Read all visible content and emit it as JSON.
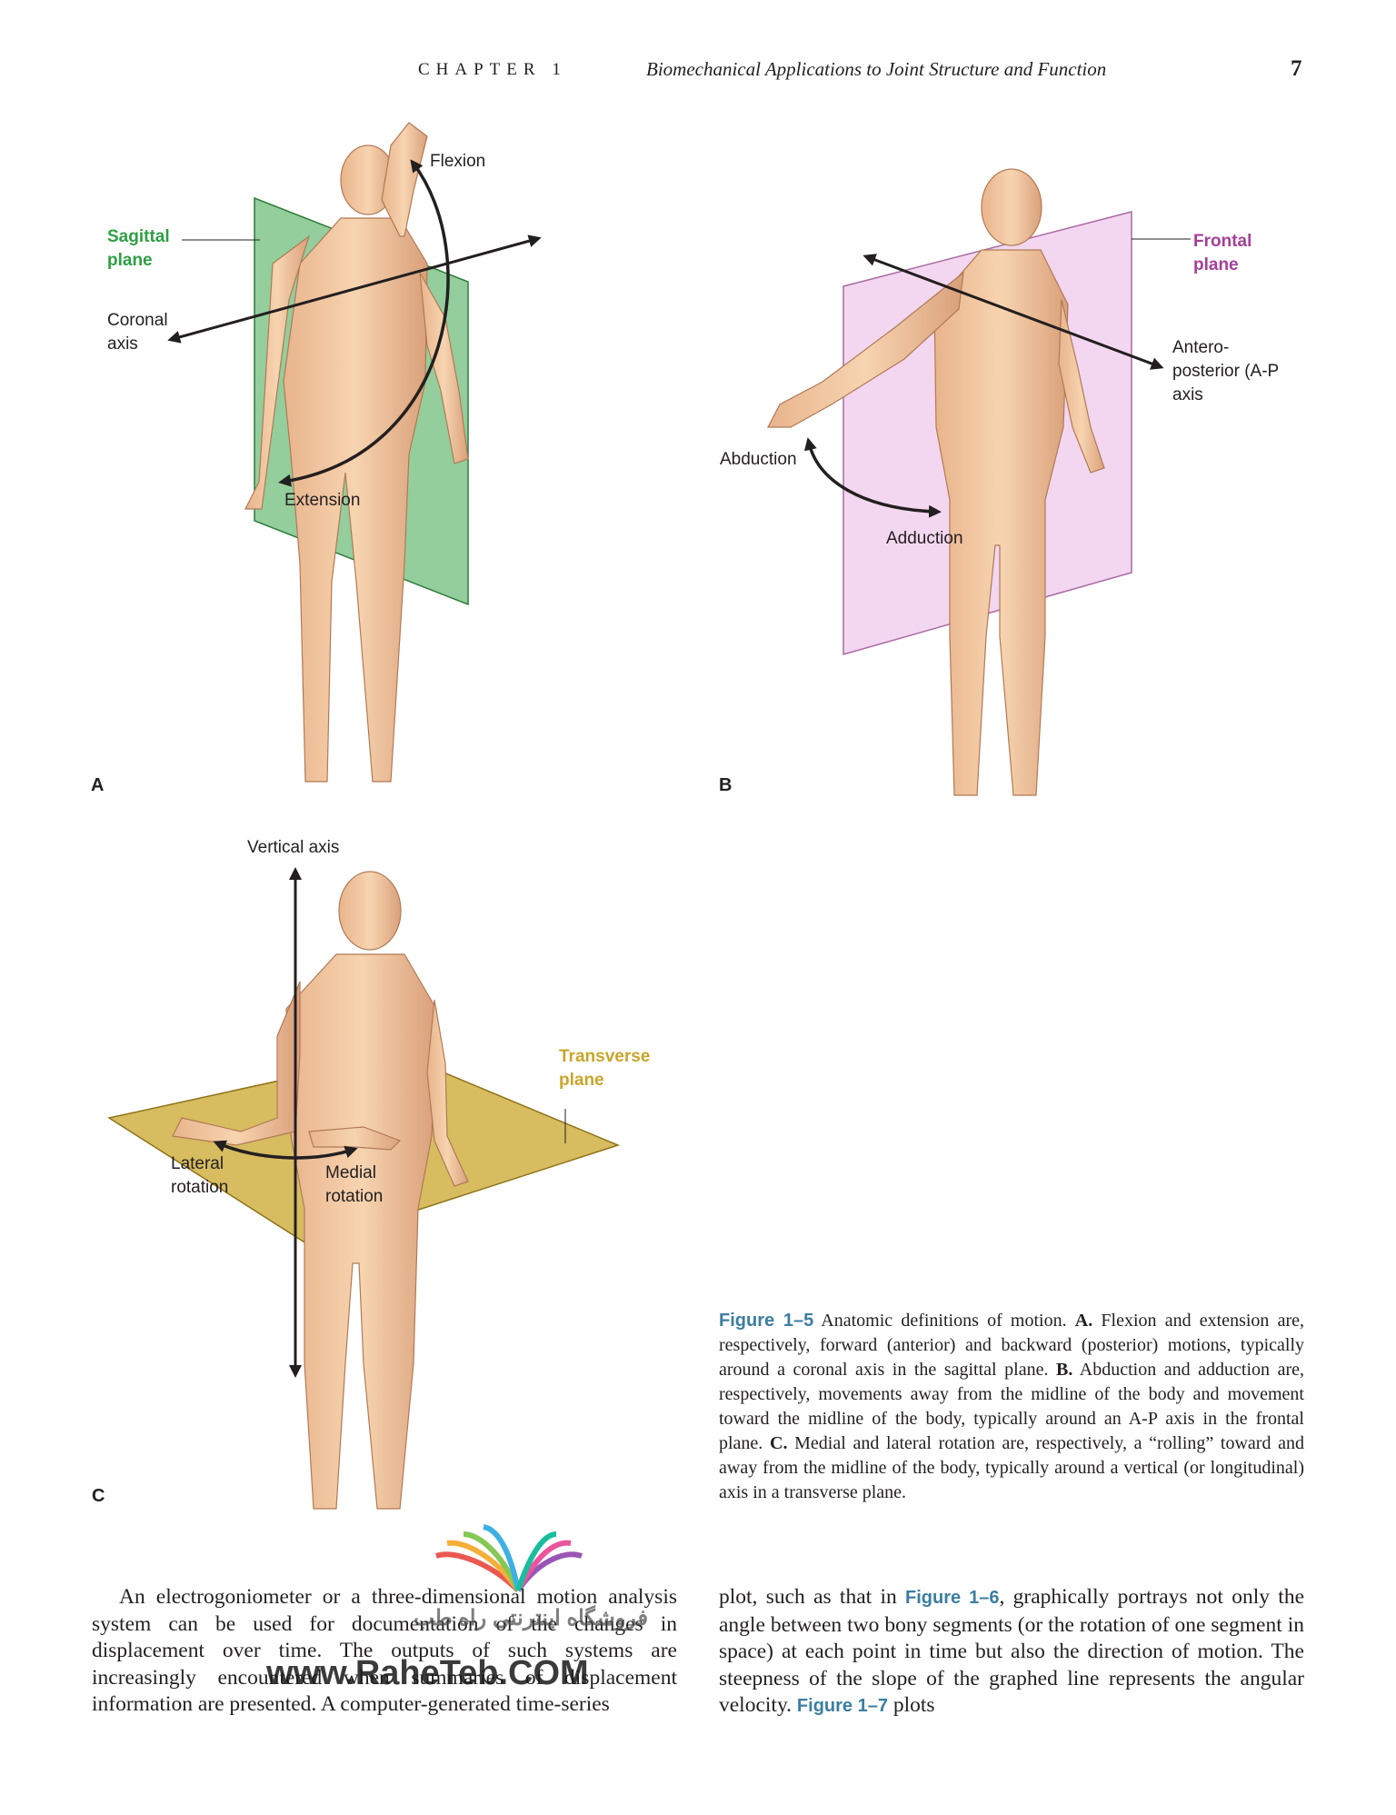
{
  "header": {
    "chapter": "CHAPTER 1",
    "title": "Biomechanical Applications to Joint Structure and Function",
    "page": "7"
  },
  "panels": {
    "a": {
      "letter": "A",
      "plane_line1": "Sagittal",
      "plane_line2": "plane",
      "axis_line1": "Coronal",
      "axis_line2": "axis",
      "motion1": "Flexion",
      "motion2": "Extension",
      "plane_color": "#3aa64a"
    },
    "b": {
      "letter": "B",
      "plane_line1": "Frontal",
      "plane_line2": "plane",
      "axis_line1": "Antero-",
      "axis_line2": "posterior (A-P",
      "axis_line3": "axis",
      "motion1": "Abduction",
      "motion2": "Adduction",
      "plane_color": "#a43f98"
    },
    "c": {
      "letter": "C",
      "axis": "Vertical axis",
      "plane_line1": "Transverse",
      "plane_line2": "plane",
      "motion1_line1": "Lateral",
      "motion1_line2": "rotation",
      "motion2_line1": "Medial",
      "motion2_line2": "rotation",
      "plane_color": "#c9a52b"
    }
  },
  "caption": {
    "label": "Figure 1–5",
    "text_a": "Anatomic definitions of motion.",
    "mark_a": "A.",
    "text_a2": "Flexion and extension are, respectively, forward (anterior) and backward (posterior) motions, typically around a coronal axis in the sagittal plane.",
    "mark_b": "B.",
    "text_b": "Abduction and adduction are, respectively, movements away from the midline of the body and movement toward the midline of the body, typically around an A-P axis in the frontal plane.",
    "mark_c": "C.",
    "text_c": "Medial and lateral rotation are, respectively, a “rolling” toward and away from the midline of the body, typically around a vertical (or longitudinal) axis in a transverse plane."
  },
  "body": {
    "left": "An electrogoniometer or a three-dimensional motion analysis system can be used for documentation of the changes in displacement over time. The outputs of such systems are increasingly encountered when summaries of displacement information are presented. A computer-generated time-series",
    "right_1": "plot, such as that in",
    "right_ref1": "Figure 1–6",
    "right_2": ", graphically portrays not only the angle between two bony segments (or the rotation of one segment in space) at each point in time but also the direction of motion. The steepness of the slope of the graphed line represents the angular velocity.",
    "right_ref2": "Figure 1–7",
    "right_3": "plots"
  },
  "watermark": {
    "persian": "فروشگاه اینترنتی راه طب",
    "site": "www.RaheTeb.COM"
  }
}
